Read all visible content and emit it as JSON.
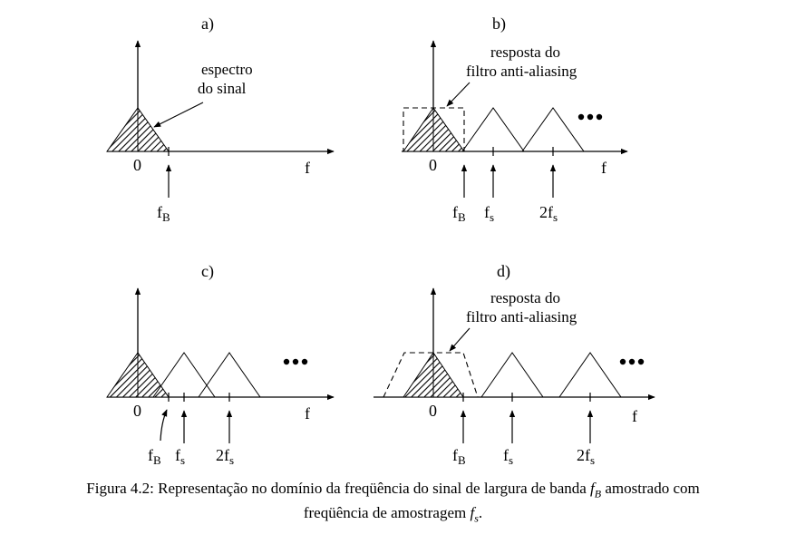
{
  "panels": [
    {
      "id": "a",
      "title": "a)",
      "origin": "0",
      "axis": "f",
      "marks": [
        {
          "main": "f",
          "sub": "B"
        }
      ]
    },
    {
      "id": "b",
      "title": "b)",
      "origin": "0",
      "axis": "f",
      "note": [
        "resposta do",
        "filtro anti-aliasing"
      ],
      "marks": [
        {
          "main": "f",
          "sub": "B"
        },
        {
          "main": "f",
          "sub": "s"
        },
        {
          "main": "2f",
          "sub": "s"
        }
      ]
    },
    {
      "id": "c",
      "title": "c)",
      "origin": "0",
      "axis": "f",
      "marks": [
        {
          "main": "f",
          "sub": "B"
        },
        {
          "main": "f",
          "sub": "s"
        },
        {
          "main": "2f",
          "sub": "s"
        }
      ]
    },
    {
      "id": "d",
      "title": "d)",
      "origin": "0",
      "axis": "f",
      "note": [
        "resposta do",
        "filtro anti-aliasing"
      ],
      "marks": [
        {
          "main": "f",
          "sub": "B"
        },
        {
          "main": "f",
          "sub": "s"
        },
        {
          "main": "2f",
          "sub": "s"
        }
      ]
    }
  ],
  "annotation_a": [
    "espectro",
    "do sinal"
  ],
  "caption": {
    "line1_prefix": "Figura 4.2: Representação no domínio da freqüência do sinal de largura de banda ",
    "fb_main": "f",
    "fb_sub": "B",
    "line1_suffix": " amostrado com",
    "line2_prefix": "freqüência de amostragem ",
    "fs_main": "f",
    "fs_sub": "s",
    "line2_suffix": "."
  }
}
